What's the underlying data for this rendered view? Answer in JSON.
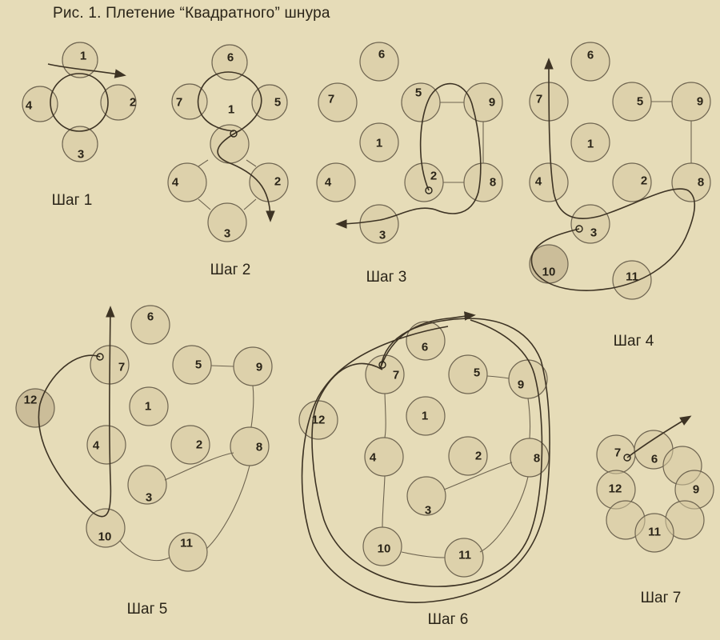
{
  "title": "Рис. 1. Плетение “Квадратного” шнура",
  "colors": {
    "background": "#e6dcb8",
    "bead_stroke": "#6e6450",
    "thread": "#3d3324",
    "text": "#2a2418"
  },
  "steps": [
    {
      "label": "Шаг 1",
      "beads": [
        "1",
        "2",
        "3",
        "4"
      ]
    },
    {
      "label": "Шаг 2",
      "beads": [
        "6",
        "7",
        "1",
        "5",
        "4",
        "2",
        "3"
      ]
    },
    {
      "label": "Шаг 3",
      "beads": [
        "6",
        "7",
        "5",
        "9",
        "1",
        "4",
        "2",
        "8",
        "3"
      ]
    },
    {
      "label": "Шаг 4",
      "beads": [
        "6",
        "7",
        "5",
        "9",
        "1",
        "4",
        "2",
        "8",
        "3",
        "10",
        "11"
      ]
    },
    {
      "label": "Шаг 5",
      "beads": [
        "6",
        "7",
        "5",
        "9",
        "12",
        "1",
        "4",
        "2",
        "8",
        "3",
        "10",
        "11"
      ]
    },
    {
      "label": "Шаг 6",
      "beads": [
        "6",
        "7",
        "5",
        "9",
        "12",
        "1",
        "4",
        "2",
        "8",
        "3",
        "10",
        "11"
      ]
    },
    {
      "label": "Шаг 7",
      "beads": [
        "7",
        "6",
        "12",
        "9",
        "11"
      ]
    }
  ]
}
